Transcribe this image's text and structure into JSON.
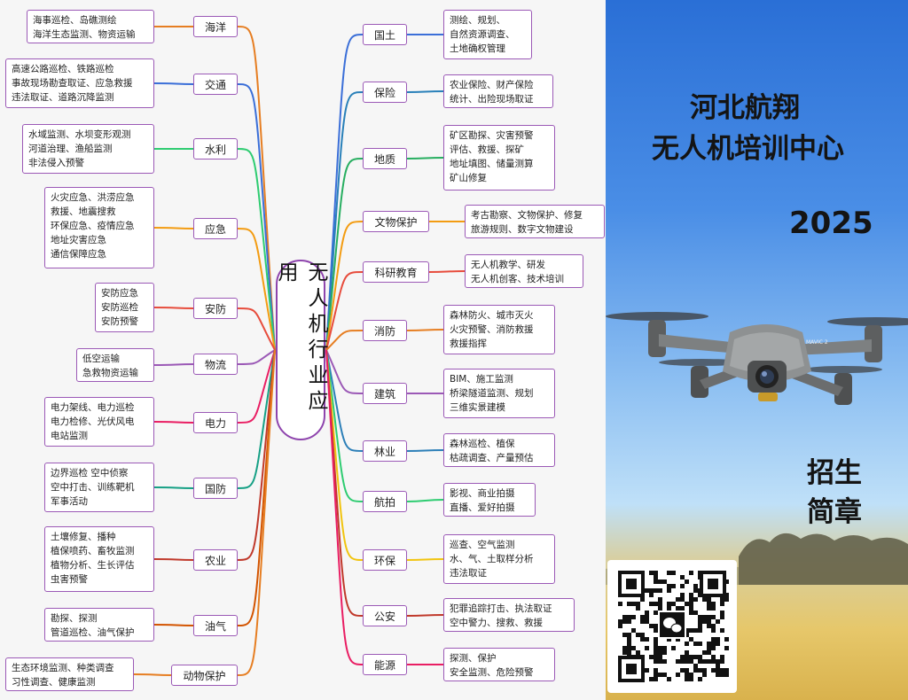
{
  "center": "无人机行业应用",
  "left_branches": [
    {
      "label": "海洋",
      "detail": "海事巡检、岛礁测绘\n海洋生态监测、物资运输",
      "color": "#e67e22"
    },
    {
      "label": "交通",
      "detail": "高速公路巡检、铁路巡检\n事故现场勘查取证、应急救援\n违法取证、道路沉降监测",
      "color": "#3b6fd8"
    },
    {
      "label": "水利",
      "detail": "水域监测、水坝变形观测\n河道治理、渔船监测\n非法侵入预警",
      "color": "#2ecc71"
    },
    {
      "label": "应急",
      "detail": "火灾应急、洪涝应急\n救援、地震搜救\n环保应急、疫情应急\n地址灾害应急\n通信保障应急",
      "color": "#f39c12"
    },
    {
      "label": "安防",
      "detail": "安防应急\n安防巡检\n安防预警",
      "color": "#e74c3c"
    },
    {
      "label": "物流",
      "detail": "低空运输\n急救物资运输",
      "color": "#9b59b6"
    },
    {
      "label": "电力",
      "detail": "电力架线、电力巡检\n电力检修、光伏风电\n电站监测",
      "color": "#e91e63"
    },
    {
      "label": "国防",
      "detail": "边界巡检  空中侦察\n空中打击、训练靶机\n军事活动",
      "color": "#16a085"
    },
    {
      "label": "农业",
      "detail": "土壤修复、播种\n植保喷药、畜牧监测\n植物分析、生长评估\n虫害预警",
      "color": "#c0392b"
    },
    {
      "label": "油气",
      "detail": "勘探、探测\n管道巡检、油气保护",
      "color": "#d35400"
    },
    {
      "label": "动物保护",
      "detail": "生态环境监测、种类调查\n习性调查、健康监测",
      "color": "#e67e22"
    }
  ],
  "right_branches": [
    {
      "label": "国土",
      "detail": "测绘、规划、\n自然资源调查、\n土地确权管理",
      "color": "#3b6fd8"
    },
    {
      "label": "保险",
      "detail": "农业保险、财产保险\n统计、出险现场取证",
      "color": "#2980b9"
    },
    {
      "label": "地质",
      "detail": "矿区勘探、灾害预警\n评估、救援、探矿\n地址填图、储量测算\n矿山修复",
      "color": "#27ae60"
    },
    {
      "label": "文物保护",
      "detail": "考古勘察、文物保护、修复\n旅游规则、数字文物建设",
      "color": "#f39c12"
    },
    {
      "label": "科研教育",
      "detail": "无人机教学、研发\n无人机创客、技术培训",
      "color": "#e74c3c"
    },
    {
      "label": "消防",
      "detail": "森林防火、城市灭火\n火灾预警、消防救援\n救援指挥",
      "color": "#e67e22"
    },
    {
      "label": "建筑",
      "detail": "BIM、施工监测\n桥梁隧道监测、规划\n三维实景建模",
      "color": "#9b59b6"
    },
    {
      "label": "林业",
      "detail": "森林巡检、植保\n枯疏调查、产量预估",
      "color": "#2c7fb8"
    },
    {
      "label": "航拍",
      "detail": "影视、商业拍摄\n直播、爱好拍摄",
      "color": "#2ecc71"
    },
    {
      "label": "环保",
      "detail": "巡查、空气监测\n水、气、土取样分析\n违法取证",
      "color": "#f1c40f"
    },
    {
      "label": "公安",
      "detail": "犯罪追踪打击、执法取证\n空中警力、搜救、救援",
      "color": "#c0392b"
    },
    {
      "label": "能源",
      "detail": "探测、保护\n安全监测、危险预警",
      "color": "#e91e63"
    }
  ],
  "poster": {
    "title_line1": "河北航翔",
    "title_line2": "无人机培训中心",
    "year": "2025",
    "recruit_line1": "招生",
    "recruit_line2": "简章",
    "drone_model": "MAVIC 2"
  }
}
